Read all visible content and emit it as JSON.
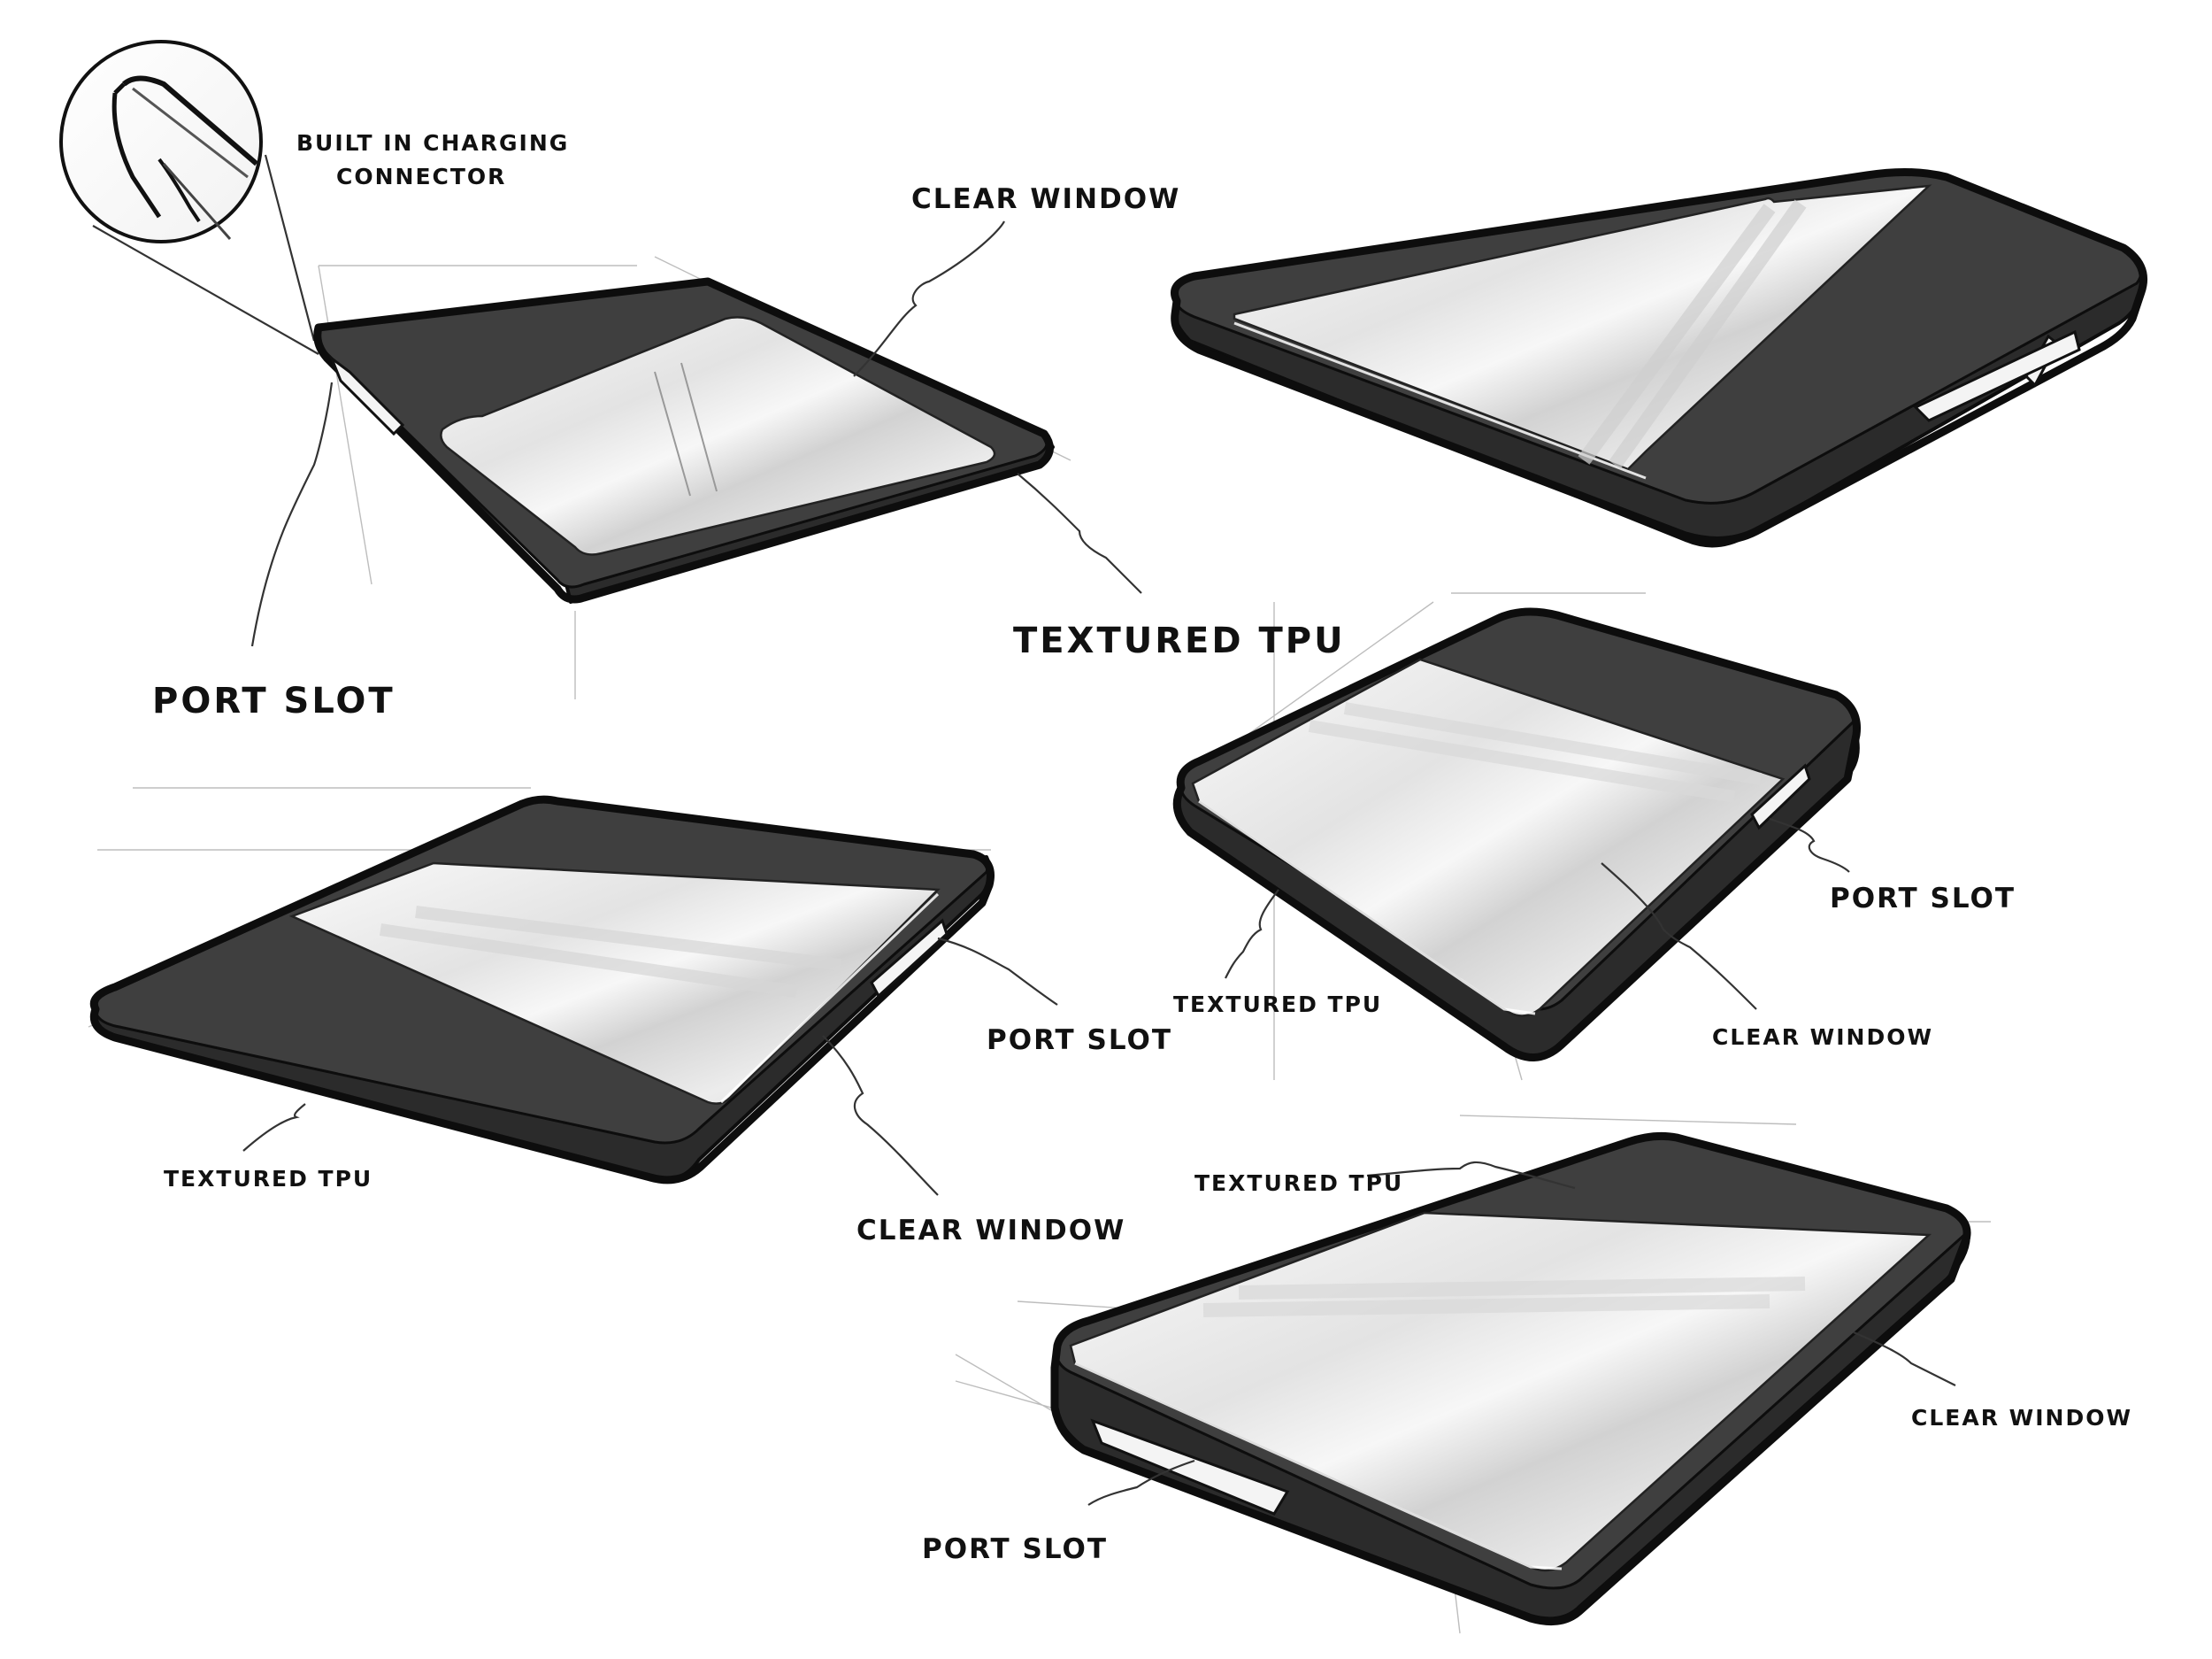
{
  "labels": {
    "detail_connector": "BUILT IN CHARGING\nCONNECTOR",
    "v1_clear_window": "CLEAR WINDOW",
    "v1_port_slot": "PORT SLOT",
    "v1_textured_tpu": "TEXTURED TPU",
    "v3_port_slot": "PORT SLOT",
    "v3_textured_tpu": "TEXTURED TPU",
    "v3_clear_window": "CLEAR WINDOW",
    "v4_port_slot": "PORT SLOT",
    "v4_textured_tpu": "TEXTURED TPU",
    "v4_clear_window": "CLEAR WINDOW",
    "v5_textured_tpu": "TEXTURED TPU",
    "v5_clear_window": "CLEAR WINDOW",
    "v5_port_slot": "PORT SLOT"
  },
  "colors": {
    "tpu": "#3f3f3f",
    "tpu_edge": "#2b2b2b",
    "outline": "#0d0d0d",
    "window": "#eeeeee",
    "ink": "#111111"
  }
}
